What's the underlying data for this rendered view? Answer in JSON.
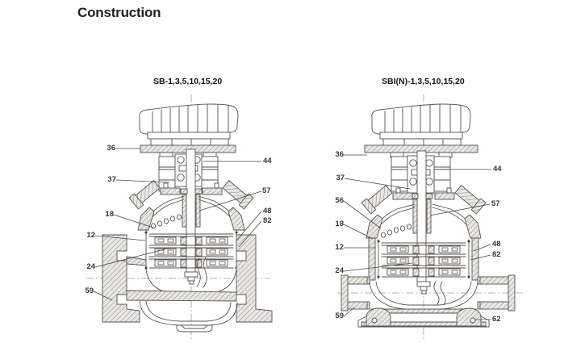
{
  "page": {
    "title": "Construction"
  },
  "diagrams": [
    {
      "name": "SB pump cross-section",
      "label": "SB-1,3,5,10,15,20",
      "callouts": [
        {
          "num": "36"
        },
        {
          "num": "37"
        },
        {
          "num": "18"
        },
        {
          "num": "12"
        },
        {
          "num": "24"
        },
        {
          "num": "59"
        },
        {
          "num": "44"
        },
        {
          "num": "57"
        },
        {
          "num": "48"
        },
        {
          "num": "82"
        }
      ]
    },
    {
      "name": "SBI(N) pump cross-section",
      "label": "SBI(N)-1,3,5,10,15,20",
      "callouts": [
        {
          "num": "36"
        },
        {
          "num": "37"
        },
        {
          "num": "56"
        },
        {
          "num": "18"
        },
        {
          "num": "12"
        },
        {
          "num": "24"
        },
        {
          "num": "59"
        },
        {
          "num": "44"
        },
        {
          "num": "57"
        },
        {
          "num": "48"
        },
        {
          "num": "82"
        },
        {
          "num": "62"
        }
      ]
    }
  ],
  "colors": {
    "ink": "#3a3734",
    "line": "#57534f"
  }
}
